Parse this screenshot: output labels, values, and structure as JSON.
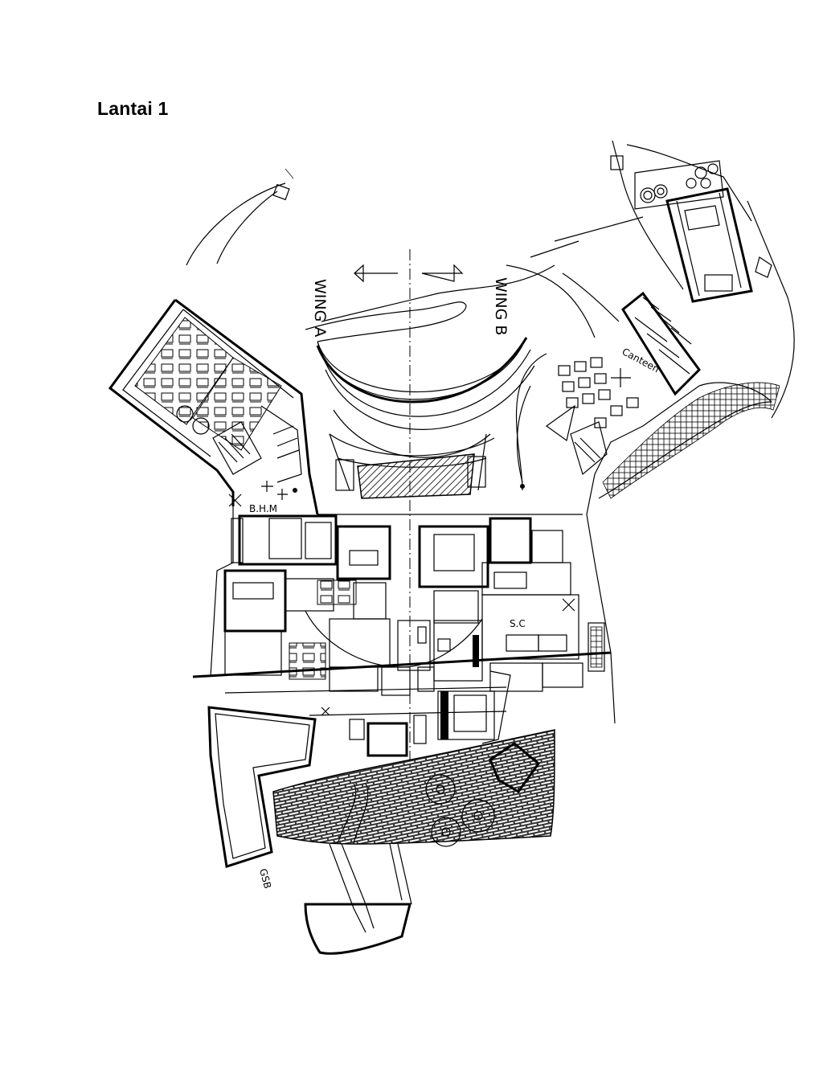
{
  "title": "Lantai 1",
  "labels": {
    "wing_a": "WING A",
    "wing_b": "WING B",
    "canteen": "Canteen",
    "bhm": "B.H.M",
    "sc": "S.C",
    "gsb": "GSB"
  }
}
